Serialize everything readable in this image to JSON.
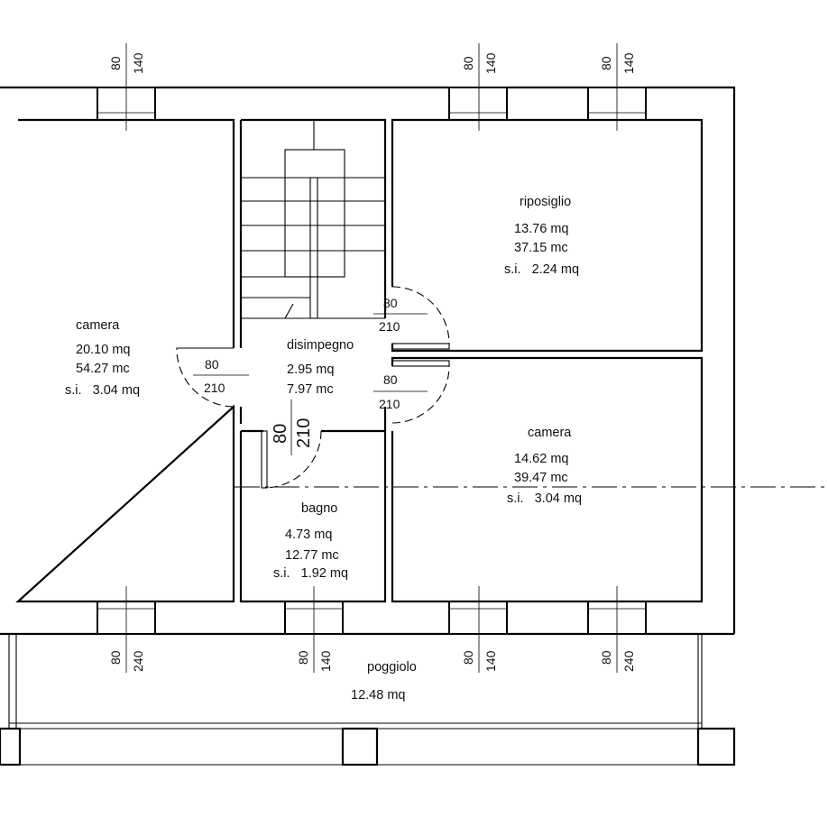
{
  "rooms": {
    "camera_left": {
      "name": "camera",
      "area": "20.10 mq",
      "volume": "54.27 mc",
      "si": "s.i.   3.04 mq"
    },
    "disimpegno": {
      "name": "disimpegno",
      "area": "2.95 mq",
      "volume": "7.97 mc"
    },
    "riposiglio": {
      "name": "riposiglio",
      "area": "13.76 mq",
      "volume": "37.15 mc",
      "si": "s.i.   2.24 mq"
    },
    "camera_right": {
      "name": "camera",
      "area": "14.62 mq",
      "volume": "39.47 mc",
      "si": "s.i.   3.04 mq"
    },
    "bagno": {
      "name": "bagno",
      "area": "4.73 mq",
      "volume": "12.77 mc",
      "si": "s.i.   1.92 mq"
    },
    "poggiolo": {
      "name": "poggiolo",
      "area": "12.48 mq"
    }
  },
  "windows": {
    "top_left": {
      "width": "80",
      "height": "140"
    },
    "top_mid": {
      "width": "80",
      "height": "140"
    },
    "top_right": {
      "width": "80",
      "height": "140"
    },
    "bottom_left": {
      "width": "80",
      "height": "240"
    },
    "bottom_bagno": {
      "width": "80",
      "height": "140"
    },
    "bottom_mid": {
      "width": "80",
      "height": "140"
    },
    "bottom_right": {
      "width": "80",
      "height": "240"
    }
  },
  "doors": {
    "camera_left": {
      "width": "80",
      "height": "210"
    },
    "riposiglio": {
      "width": "80",
      "height": "210"
    },
    "camera_right": {
      "width": "80",
      "height": "210"
    },
    "bagno": {
      "width": "80",
      "height": "210"
    }
  }
}
